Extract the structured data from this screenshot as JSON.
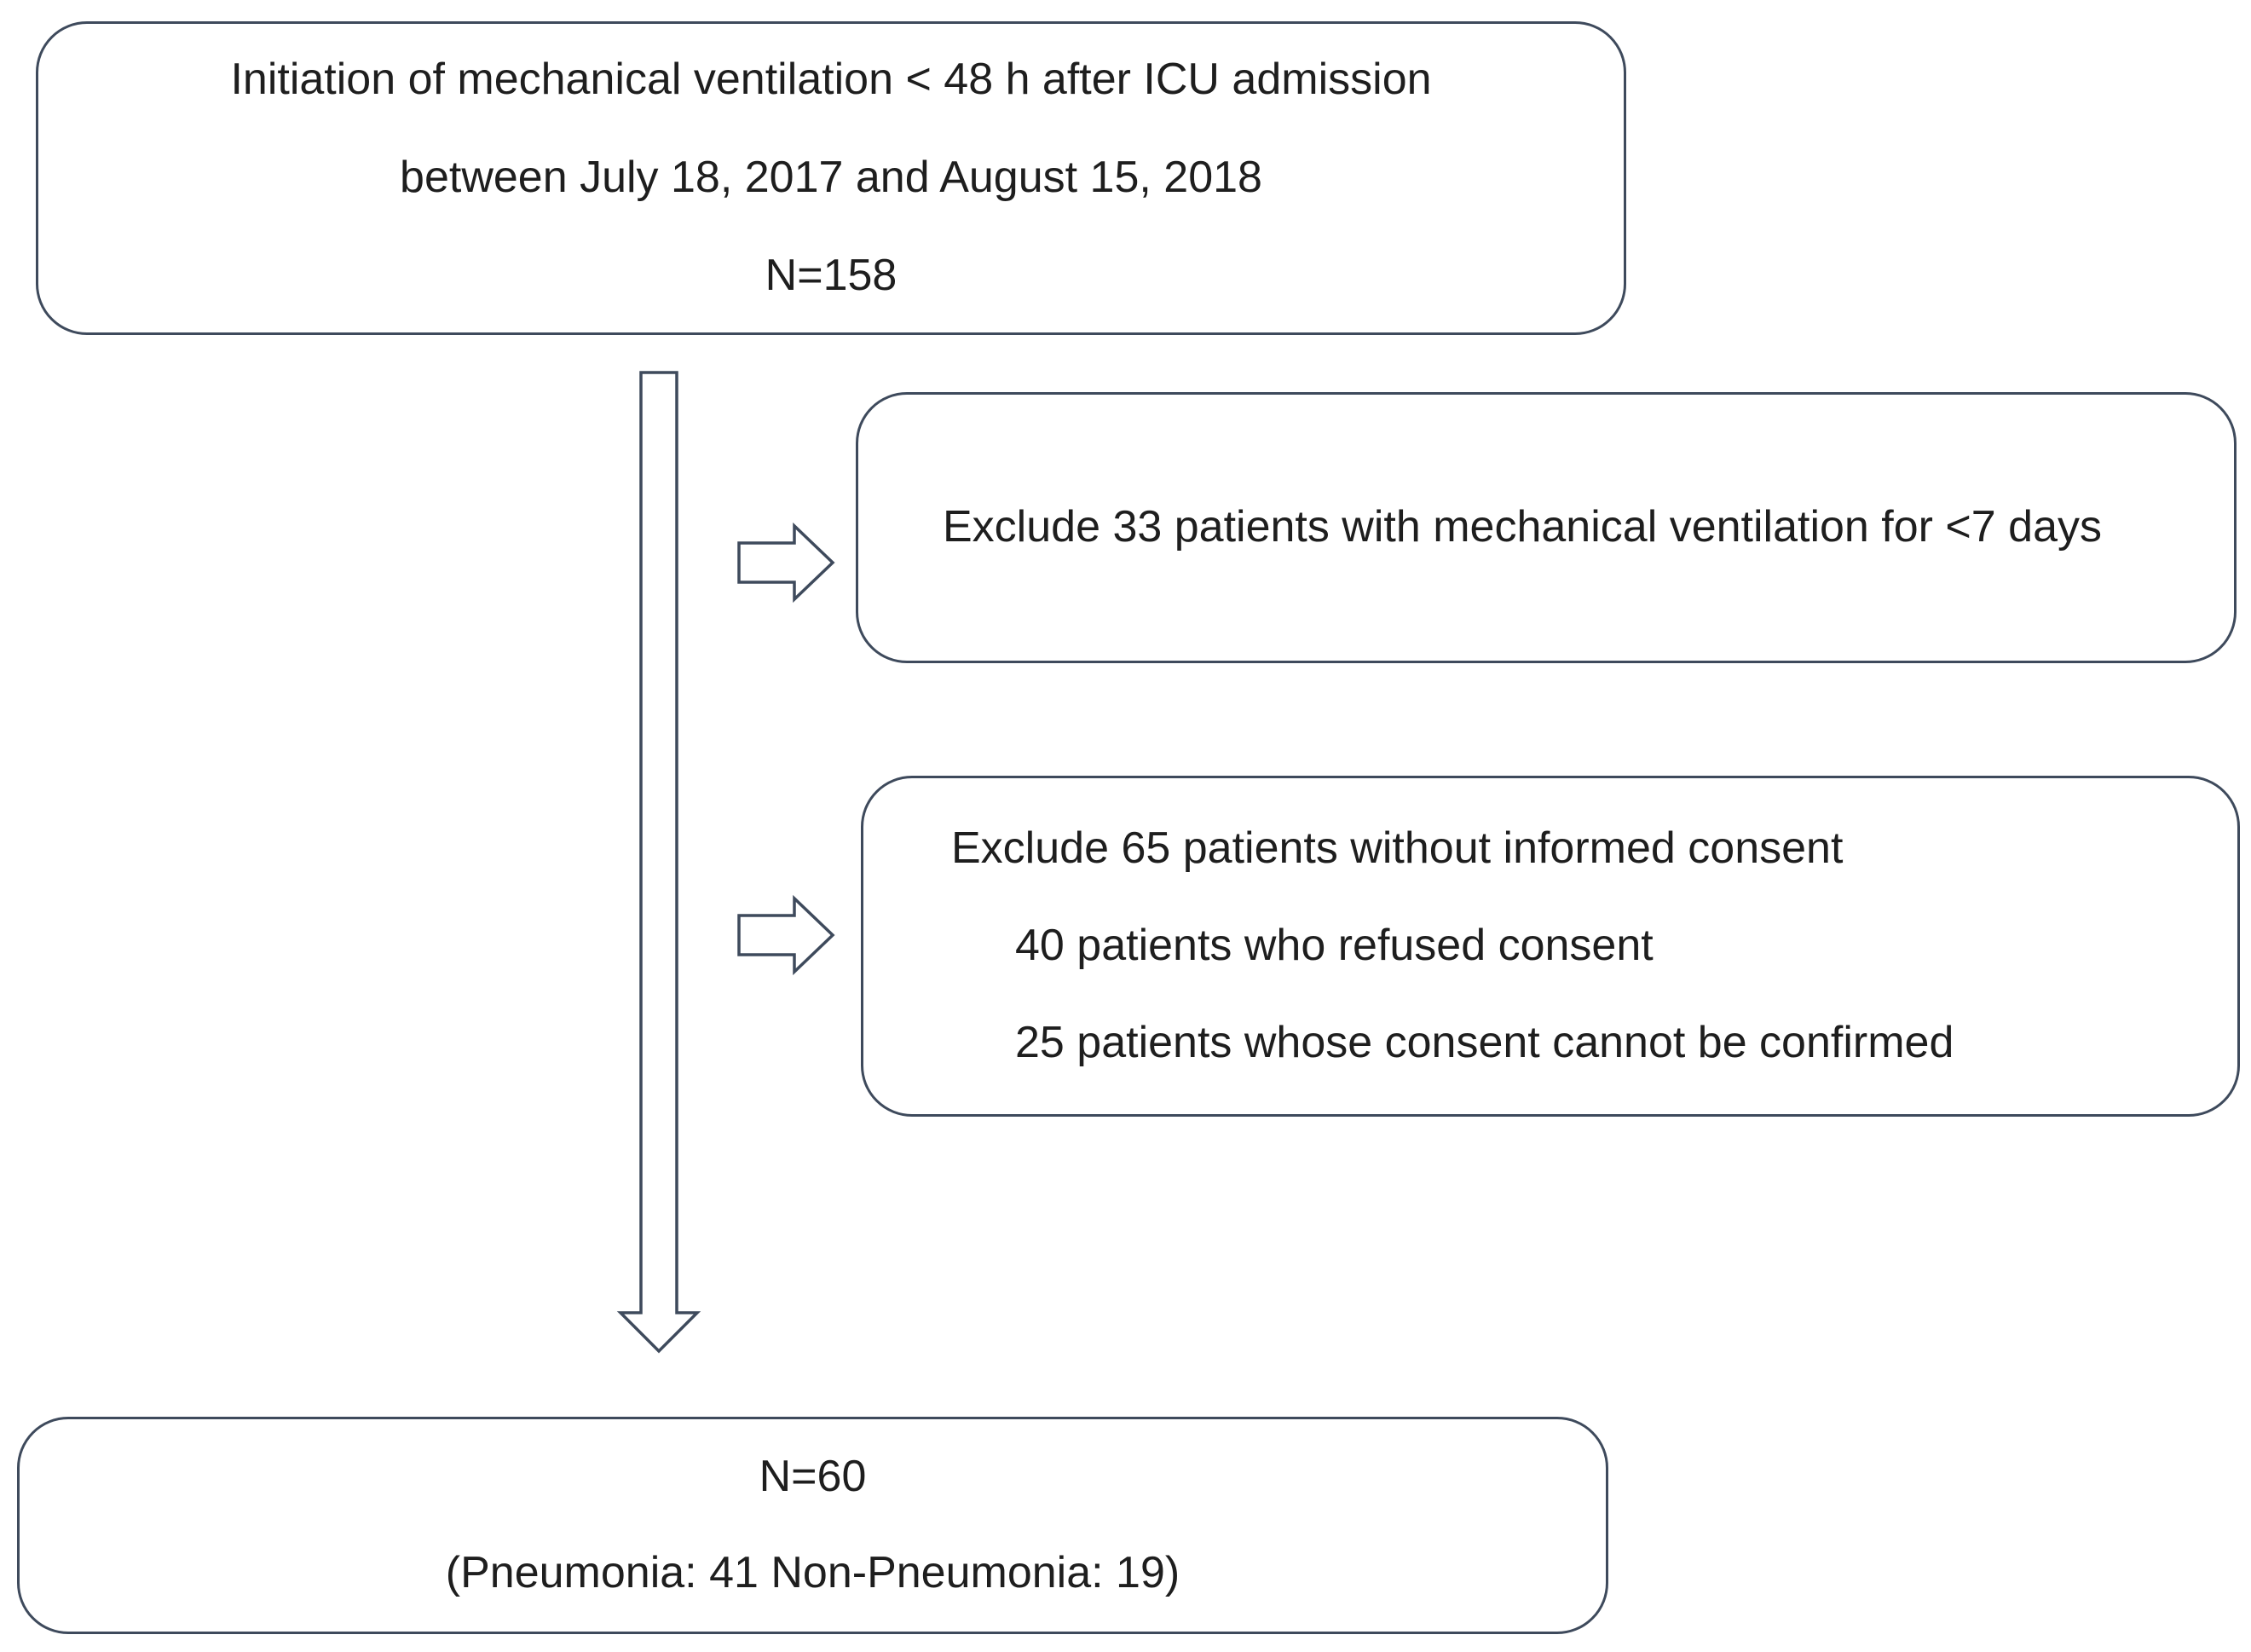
{
  "flow": {
    "start": {
      "line1": "Initiation of mechanical ventilation < 48 h after ICU admission",
      "line2": "between July 18, 2017 and August 15, 2018",
      "line3": "N=158"
    },
    "exclusion1": {
      "text": "Exclude 33 patients with mechanical ventilation for <7 days"
    },
    "exclusion2": {
      "title": "Exclude 65 patients without informed consent",
      "items": [
        "40 patients who refused consent",
        "25 patients whose consent cannot be confirmed"
      ]
    },
    "result": {
      "line1": "N=60",
      "line2": "(Pneumonia: 41 Non-Pneumonia: 19)"
    }
  },
  "colors": {
    "border": "#3e4a5c",
    "text": "#1e1e1e",
    "background": "#ffffff"
  }
}
